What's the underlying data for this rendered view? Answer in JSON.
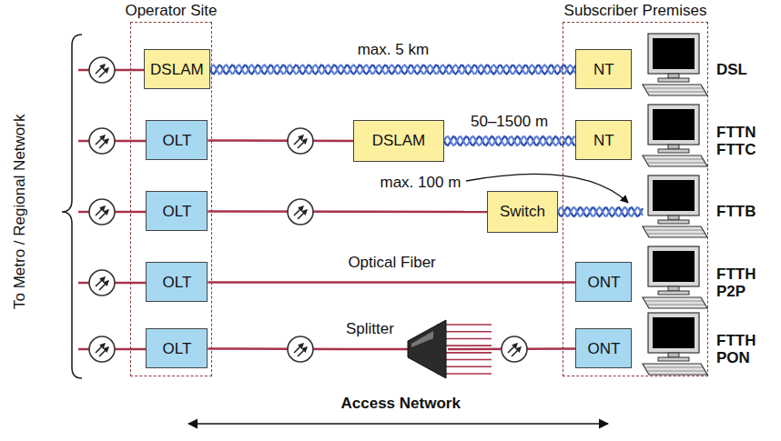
{
  "diagram": {
    "nodes": [
      {
        "text": [
          "Operator Site"
        ]
      },
      {
        "text": [
          "DSLAM"
        ],
        "in": 0
      },
      {
        "text": [
          "OLT"
        ],
        "in": 0
      },
      {
        "text": [
          "OLT"
        ],
        "in": 0
      },
      {
        "text": [
          "OLT"
        ],
        "in": 0
      },
      {
        "text": [
          "OLT"
        ],
        "in": 0
      },
      {
        "text": [
          "Subscriber Premises"
        ]
      },
      {
        "text": [
          "NT"
        ],
        "in": 6
      },
      {
        "text": [
          "NT"
        ],
        "in": 6
      },
      {
        "text": [
          "ONT"
        ],
        "in": 6
      },
      {
        "text": [
          "ONT"
        ],
        "in": 6
      },
      {
        "text": [
          "DSLAM"
        ]
      },
      {
        "text": [
          "Switch"
        ]
      },
      {
        "text": [
          "Splitter"
        ]
      }
    ],
    "edges": [
      {
        "from": 1,
        "to": 7,
        "label": "max. 5 km",
        "arrow": "none"
      },
      {
        "from": 2,
        "to": 11,
        "arrow": "none"
      },
      {
        "from": 11,
        "to": 8,
        "label": "50–1500 m",
        "arrow": "none"
      },
      {
        "from": 3,
        "to": 12,
        "arrow": "none"
      },
      {
        "from": 4,
        "to": 9,
        "label": "Optical Fiber",
        "arrow": "none"
      },
      {
        "from": 5,
        "to": 13,
        "arrow": "none"
      },
      {
        "from": 13,
        "to": 10,
        "arrow": "none"
      }
    ],
    "labels": [
      "To Metro / Regional Network",
      "max. 100 m",
      "DSL",
      "FTTN FTTC",
      "FTTB",
      "FTTH P2P",
      "FTTH PON",
      "Access Network"
    ]
  }
}
